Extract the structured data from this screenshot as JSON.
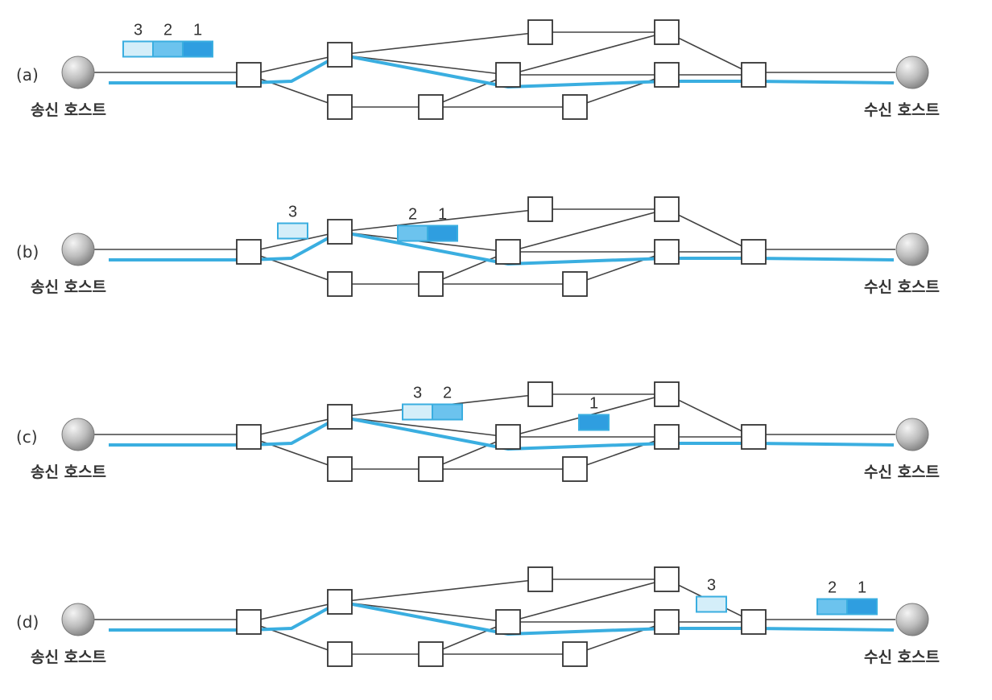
{
  "sender_label": "송신 호스트",
  "receiver_label": "수신 호스트",
  "colors": {
    "route": "#3aaee0",
    "packet_light": "#d4eef9",
    "packet_medium": "#6cc3ee",
    "packet_dark": "#2f9ee0",
    "packet_border": "#3aaee0",
    "link": "#444444"
  },
  "panels": [
    {
      "label": "(a)",
      "packet_groups": [
        {
          "numbers": [
            "3",
            "2",
            "1"
          ]
        }
      ]
    },
    {
      "label": "(b)",
      "packet_groups": [
        {
          "numbers": [
            "3"
          ]
        },
        {
          "numbers": [
            "2",
            "1"
          ]
        }
      ]
    },
    {
      "label": "(c)",
      "packet_groups": [
        {
          "numbers": [
            "3",
            "2"
          ]
        },
        {
          "numbers": [
            "1"
          ]
        }
      ]
    },
    {
      "label": "(d)",
      "packet_groups": [
        {
          "numbers": [
            "3"
          ]
        },
        {
          "numbers": [
            "2",
            "1"
          ]
        }
      ]
    }
  ]
}
